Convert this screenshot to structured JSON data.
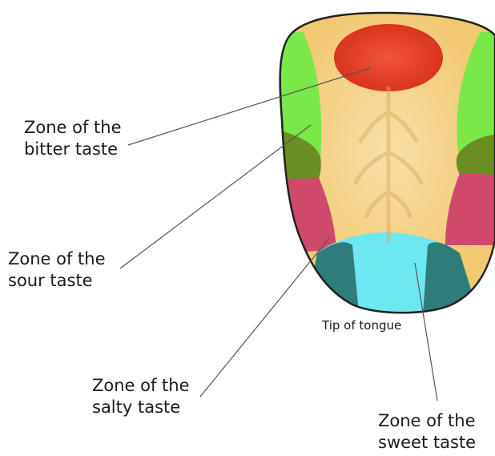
{
  "labels": {
    "bitter": {
      "line1": "Zone of the",
      "line2": "bitter taste"
    },
    "sour": {
      "line1": "Zone of the",
      "line2": "sour taste"
    },
    "salty": {
      "line1": "Zone of the",
      "line2": "salty taste"
    },
    "sweet": {
      "line1": "Zone of the",
      "line2": "sweet taste"
    },
    "tip": "Tip of tongue"
  },
  "colors": {
    "tongue_base": "#F2C870",
    "tongue_center": "#F6DDA0",
    "outline": "#222222",
    "bitter_zone": "#E8401F",
    "sour_zone": "#7BE84A",
    "sour_overlap": "#6B8E23",
    "salty_zone": "#CF4A6A",
    "salty_overlap": "#2E7D7A",
    "sweet_zone": "#6EE8F0",
    "leader_line": "#555555"
  }
}
